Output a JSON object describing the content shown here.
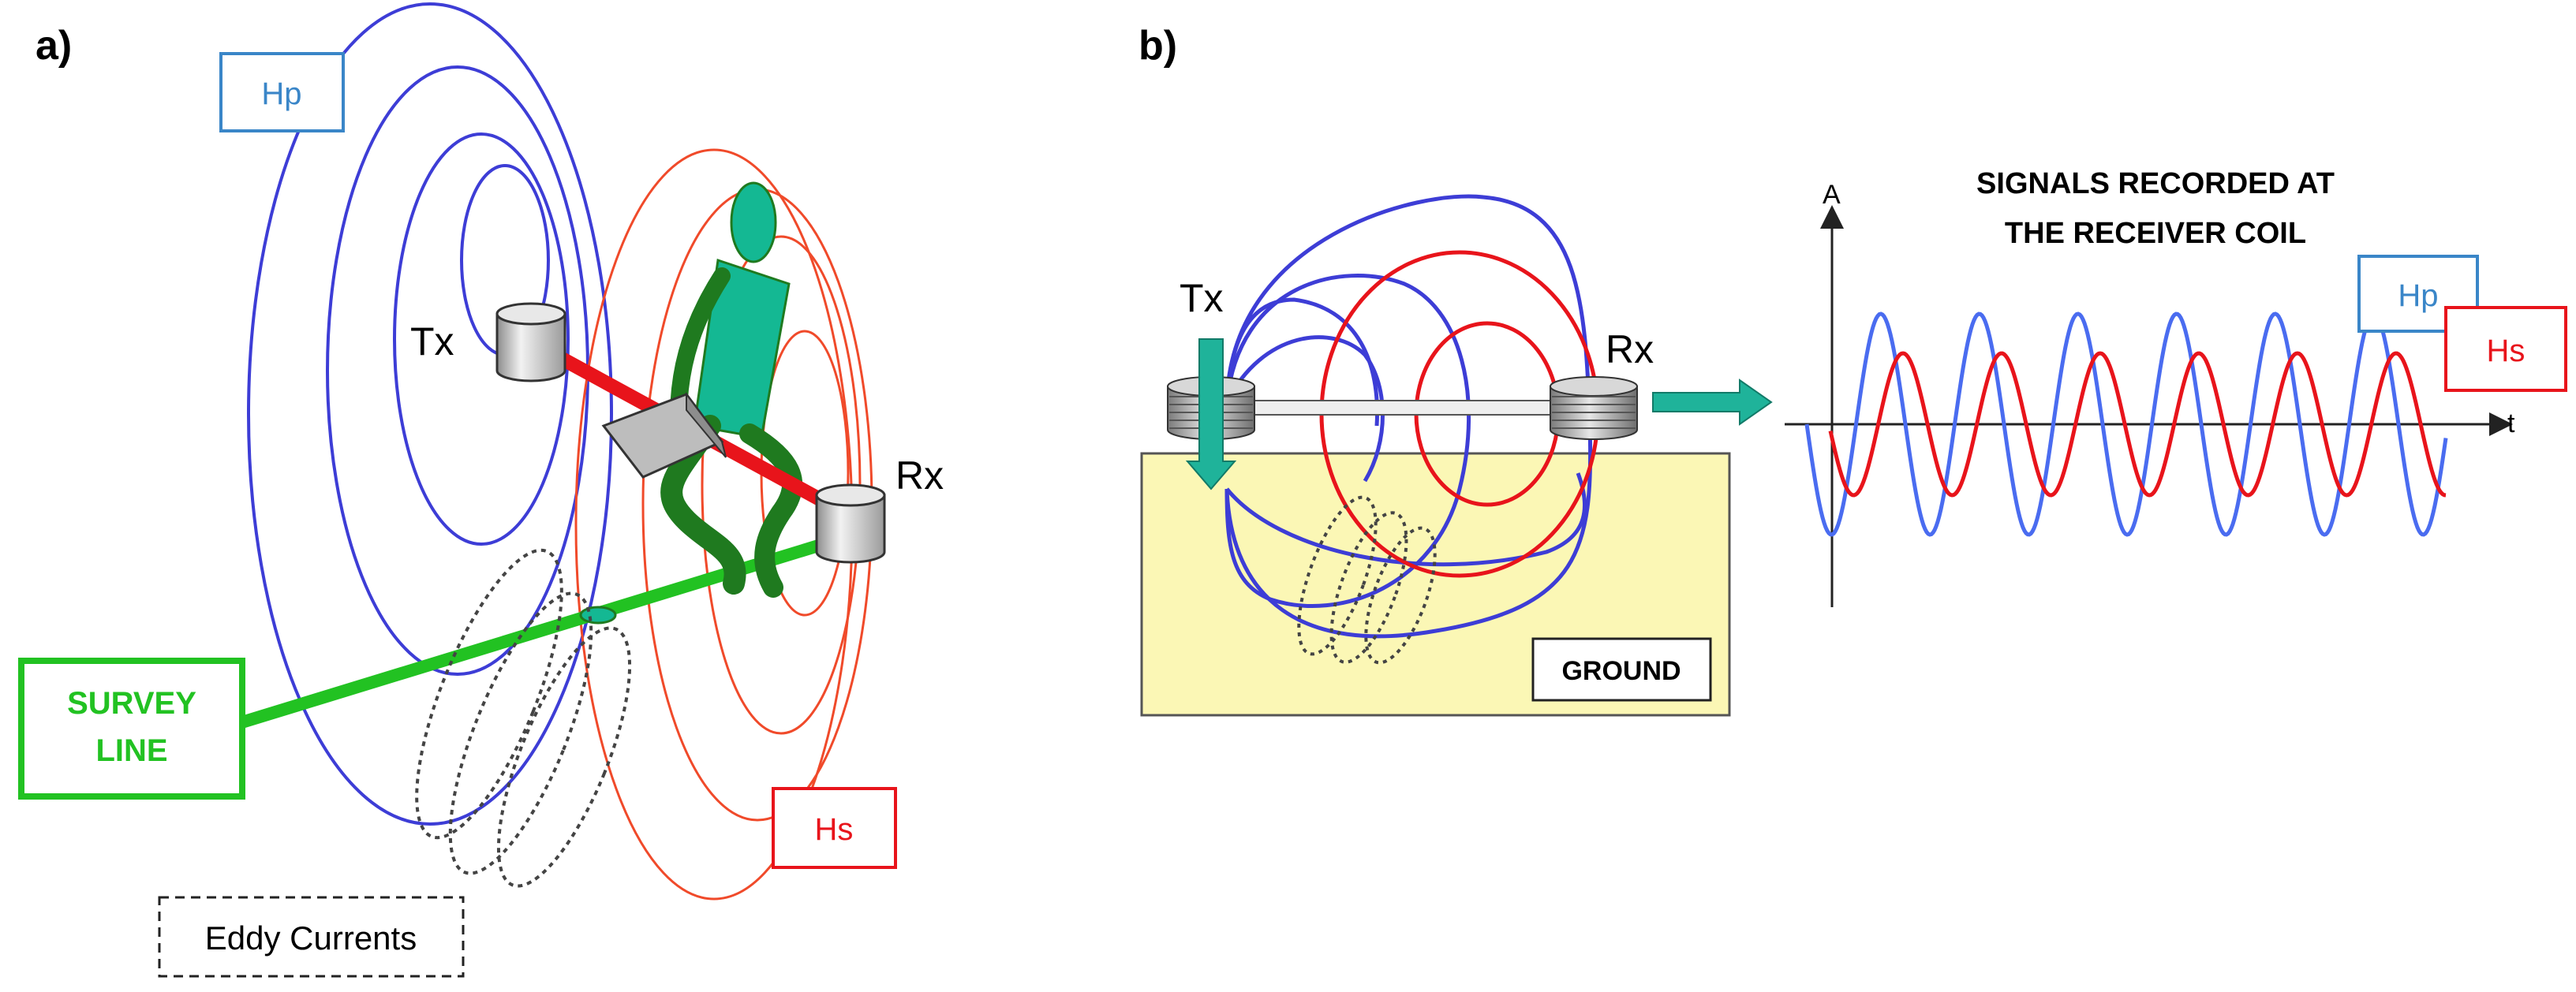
{
  "panel_a": {
    "panel_label": "a)",
    "hp_label": "Hp",
    "tx_label": "Tx",
    "rx_label": "Rx",
    "survey_line_label_1": "SURVEY",
    "survey_line_label_2": "LINE",
    "hs_label": "Hs",
    "eddy_label": "Eddy Currents"
  },
  "panel_b": {
    "panel_label": "b)",
    "tx_label": "Tx",
    "rx_label": "Rx",
    "ground_label": "GROUND",
    "signals_title_1": "SIGNALS RECORDED AT",
    "signals_title_2": "THE RECEIVER COIL",
    "axis_y_label": "A",
    "axis_x_label": "t",
    "hp_label": "Hp",
    "hs_label": "Hs"
  },
  "colors": {
    "primary_field": "#3d3dd6",
    "primary_field_light": "#4a6cf0",
    "secondary_field": "#f04a2a",
    "secondary_red": "#e8141b",
    "survey_line": "#22c222",
    "operator": "#1f7a1f",
    "operator_body": "#14b893",
    "ground": "#fbf7b5",
    "arrow": "#1fb39a",
    "hp_box": "#3a86c8"
  }
}
